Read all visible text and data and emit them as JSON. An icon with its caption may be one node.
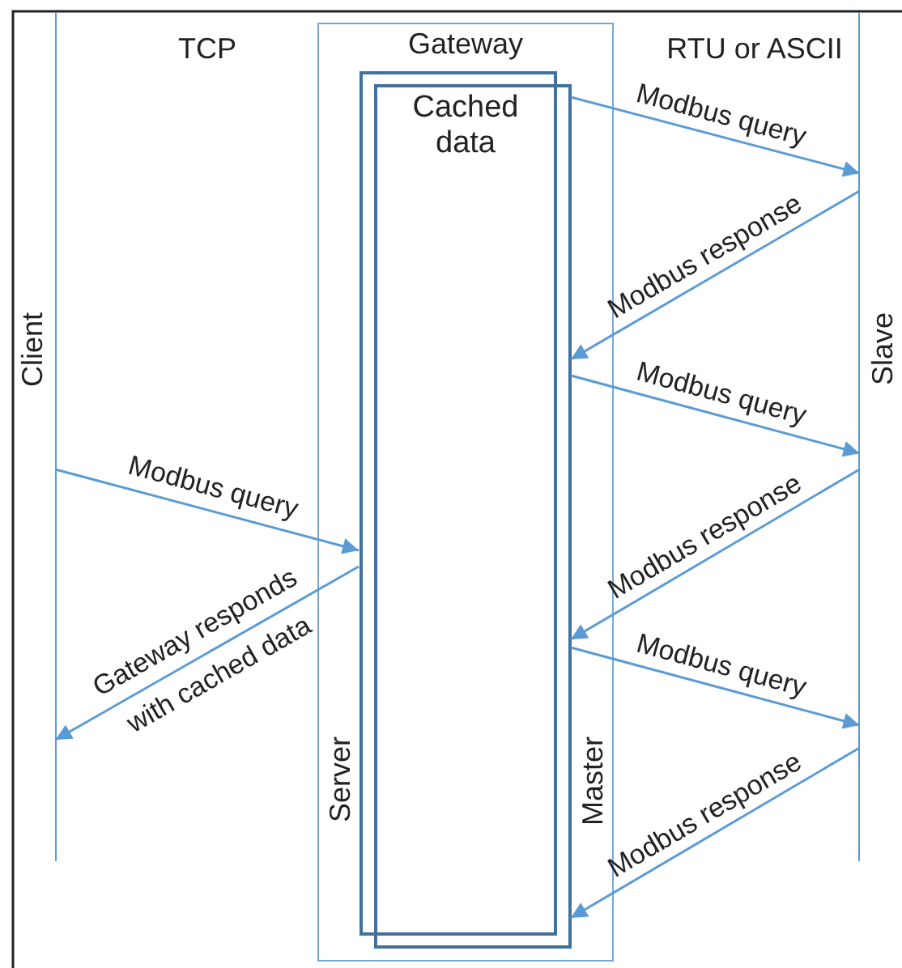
{
  "diagram": {
    "nodes": [
      {
        "text": [
          "Client"
        ]
      },
      {
        "text": [
          "Gateway"
        ]
      },
      {
        "text": [],
        "shape": "box",
        "in": 1
      },
      {
        "text": [
          "Cached data"
        ],
        "in": 1
      },
      {
        "text": [
          "Slave"
        ]
      }
    ],
    "edges": [
      {
        "from": 3,
        "to": 4,
        "arrow": "to",
        "label": "Modbus query"
      },
      {
        "from": 4,
        "to": 3,
        "arrow": "to",
        "label": "Modbus response"
      },
      {
        "from": 3,
        "to": 4,
        "arrow": "to",
        "label": "Modbus query"
      },
      {
        "from": 4,
        "to": 3,
        "arrow": "to",
        "label": "Modbus response"
      },
      {
        "from": 0,
        "to": 2,
        "arrow": "to",
        "label": "Modbus query"
      },
      {
        "from": 2,
        "to": 0,
        "arrow": "to",
        "label": "Gateway responds with cached data"
      },
      {
        "from": 3,
        "to": 4,
        "arrow": "to",
        "label": "Modbus query"
      },
      {
        "from": 4,
        "to": 3,
        "arrow": "to",
        "label": "Modbus response"
      }
    ],
    "labels": [
      "TCP",
      "RTU or ASCII",
      "Server",
      "Master"
    ]
  }
}
